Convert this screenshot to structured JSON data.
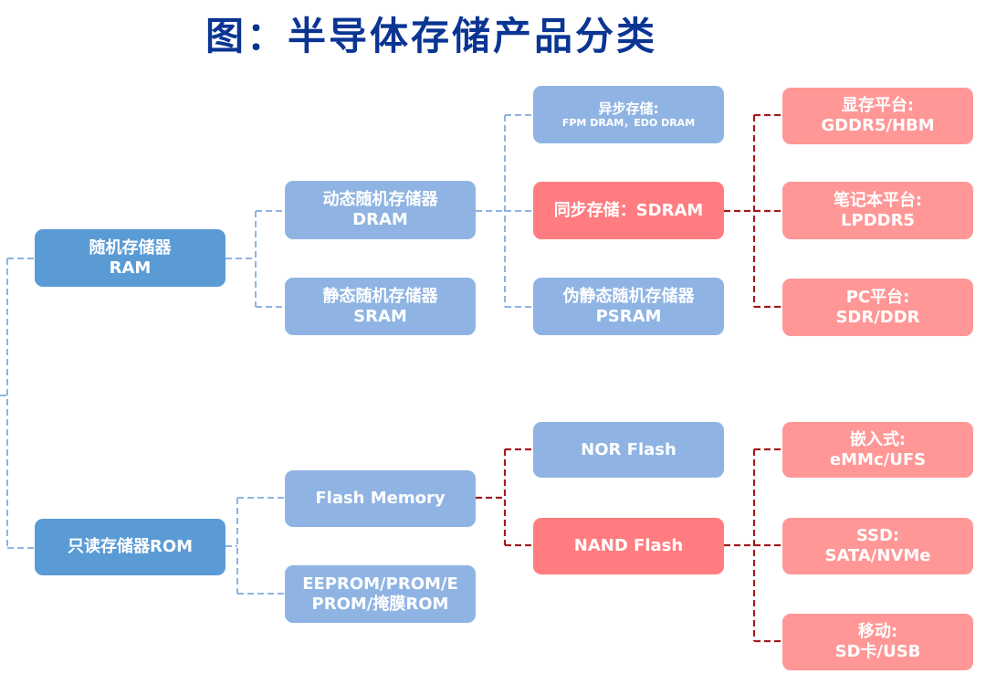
{
  "title": "图：半导体存储产品分类",
  "colors": {
    "title": "#0a3593",
    "node_primary": "#5b9bd5",
    "node_secondary": "#8fb4e3",
    "node_highlight": "#ff7c80",
    "node_leaf": "#ff9797",
    "line_blue": "#8fb4e3",
    "line_red": "#a31b1f"
  },
  "nodes": {
    "ram": {
      "line1": "随机存储器",
      "line2": "RAM"
    },
    "rom": {
      "line1": "只读存储器ROM"
    },
    "dram": {
      "line1": "动态随机存储器",
      "line2": "DRAM"
    },
    "sram": {
      "line1": "静态随机存储器",
      "line2": "SRAM"
    },
    "async": {
      "line1": "异步存储:",
      "line2": "FPM DRAM，EDO DRAM"
    },
    "sdram": {
      "line1": "同步存储：SDRAM"
    },
    "psram": {
      "line1": "伪静态随机存储器",
      "line2": "PSRAM"
    },
    "gddr": {
      "line1": "显存平台:",
      "line2": "GDDR5/HBM"
    },
    "lpddr": {
      "line1": "笔记本平台:",
      "line2": "LPDDR5"
    },
    "pcddr": {
      "line1": "PC平台:",
      "line2": "SDR/DDR"
    },
    "flash": {
      "line1": "Flash Memory"
    },
    "eeprom": {
      "line1": "EEPROM/PROM/E",
      "line2": "PROM/掩膜ROM"
    },
    "nor": {
      "line1": "NOR Flash"
    },
    "nand": {
      "line1": "NAND Flash"
    },
    "emmc": {
      "line1": "嵌入式:",
      "line2": "eMMc/UFS"
    },
    "ssd": {
      "line1": "SSD:",
      "line2": "SATA/NVMe"
    },
    "mobile": {
      "line1": "移动:",
      "line2": "SD卡/USB"
    }
  }
}
